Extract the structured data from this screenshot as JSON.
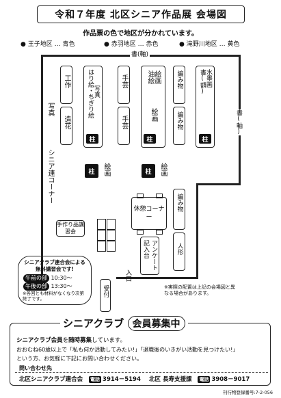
{
  "title": "令和７年度 北区シニア作品展 会場図",
  "subtitle": "作品票の色で地区が分かれています。",
  "legend": [
    {
      "label": "王子地区 … 青色"
    },
    {
      "label": "赤羽地区 … 赤色"
    },
    {
      "label": "滝野川地区 … 黄色"
    }
  ],
  "walls": {
    "top": "書(軸)",
    "right": "書(軸)",
    "left": "写真",
    "left2": "シニア連コーナー"
  },
  "booths": {
    "kousaku": "工作",
    "zouka": "造花",
    "harie": "はり絵・ちぎり絵",
    "shashin": "写真",
    "shugei1": "手芸",
    "shugei2": "手芸",
    "aburae": "油絵",
    "kaiga1": "絵画",
    "kaiga2": "絵画",
    "amimono1": "編み物",
    "amimono2": "編み物",
    "sho": "書(額)",
    "suibokuga": "水墨画",
    "kaiga3": "絵画",
    "kaiga4": "絵画",
    "amimono3": "編み物",
    "ningyou": "人形",
    "kyuukei": "休憩コーナー",
    "enquete": "アンケート記入台",
    "uketsuke": "受付",
    "iriguchi": "入口",
    "handmade": "手作り品講習会"
  },
  "pillar": "柱",
  "workshop": {
    "line1": "シニアクラブ連合会による",
    "line2": "無料講習会です!",
    "am_label": "午前の部",
    "am_time": "10:30～",
    "pm_label": "午後の部",
    "pm_time": "13:30～",
    "note": "※各回とも材料がなくなり次第終了です。"
  },
  "layout_note": "※実際の配置は上記の会場図と異なる場合があります。",
  "recruit": {
    "title_a": "シニアクラブ",
    "title_b": "会員募集中",
    "line1_a": "シニアクラブ会員",
    "line1_b": "を",
    "line1_c": "随時募集",
    "line1_d": "しています。",
    "line2": "おおむね60歳以上で「私も何か活動してみたい!」「退職後のいきがい活動を見つけたい!」",
    "line3": "という方、お気軽に下記にお問い合わせください。",
    "contact_label": "問い合わせ先",
    "org1": "北区シニアクラブ連合会",
    "tel_label": "電話",
    "tel1": "3914－5194",
    "org2": "北区 長寿支援課",
    "tel2": "3908－9017"
  },
  "print_no": "刊行物登録番号:7-2-056"
}
